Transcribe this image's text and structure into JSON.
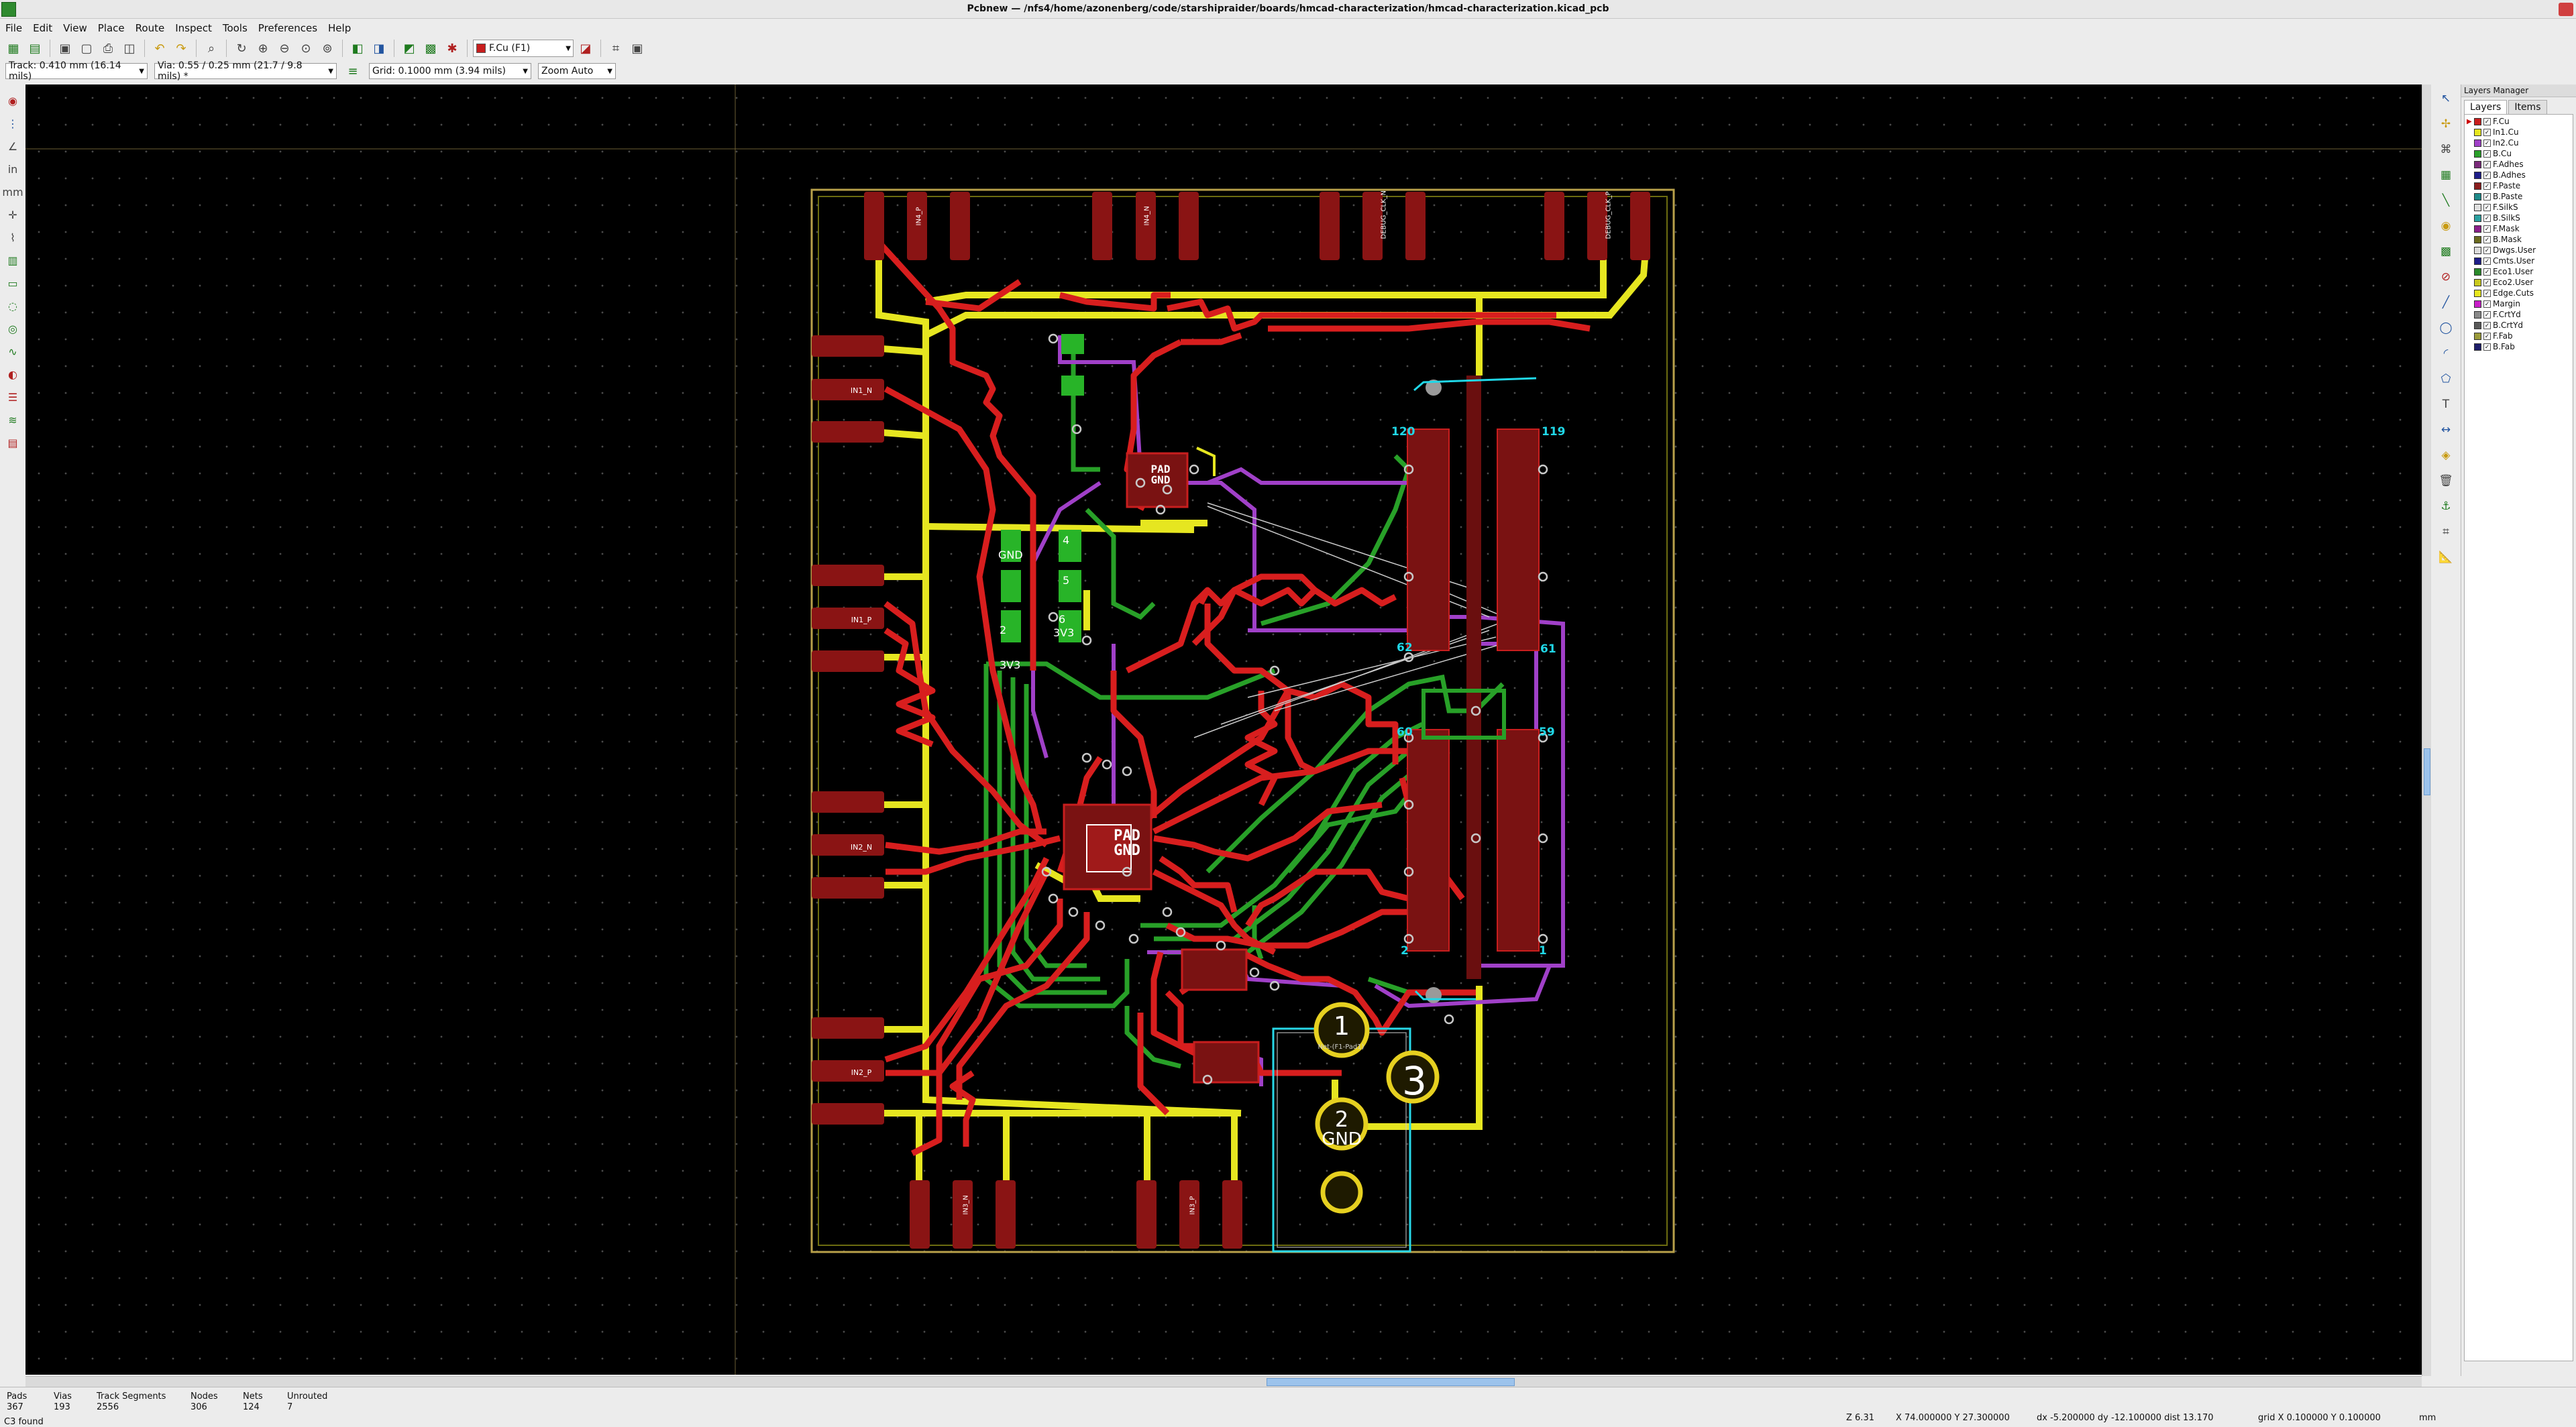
{
  "window": {
    "title": "Pcbnew — /nfs4/home/azonenberg/code/starshipraider/boards/hmcad-characterization/hmcad-characterization.kicad_pcb"
  },
  "menu": [
    "File",
    "Edit",
    "View",
    "Place",
    "Route",
    "Inspect",
    "Tools",
    "Preferences",
    "Help"
  ],
  "toolbar": {
    "active_layer": "F.Cu (F1)",
    "active_layer_color": "#c81e1e"
  },
  "subtoolbar": {
    "track": "Track: 0.410 mm (16.14 mils)",
    "via": "Via: 0.55 / 0.25 mm (21.7 / 9.8 mils) *",
    "grid": "Grid: 0.1000 mm (3.94 mils)",
    "zoom": "Zoom Auto"
  },
  "layers_manager": {
    "title": "Layers Manager",
    "tabs": [
      "Layers",
      "Items"
    ],
    "active_tab": "Layers",
    "layers": [
      {
        "name": "F.Cu",
        "color": "#c81e1e",
        "active": true
      },
      {
        "name": "In1.Cu",
        "color": "#e6e61e"
      },
      {
        "name": "In2.Cu",
        "color": "#a040c8"
      },
      {
        "name": "B.Cu",
        "color": "#2aa02a"
      },
      {
        "name": "F.Adhes",
        "color": "#7a2a7a"
      },
      {
        "name": "B.Adhes",
        "color": "#1e1e8a"
      },
      {
        "name": "F.Paste",
        "color": "#8a1e1e"
      },
      {
        "name": "B.Paste",
        "color": "#1e8a8a"
      },
      {
        "name": "F.SilkS",
        "color": "#e0e0e0"
      },
      {
        "name": "B.SilkS",
        "color": "#2aa0a0"
      },
      {
        "name": "F.Mask",
        "color": "#8a1e8a"
      },
      {
        "name": "B.Mask",
        "color": "#6a6a1e"
      },
      {
        "name": "Dwgs.User",
        "color": "#dcdcdc"
      },
      {
        "name": "Cmts.User",
        "color": "#1e1e8a"
      },
      {
        "name": "Eco1.User",
        "color": "#2a8a2a"
      },
      {
        "name": "Eco2.User",
        "color": "#c8c81e"
      },
      {
        "name": "Edge.Cuts",
        "color": "#e6e61e"
      },
      {
        "name": "Margin",
        "color": "#c81ec8"
      },
      {
        "name": "F.CrtYd",
        "color": "#8a8a8a"
      },
      {
        "name": "B.CrtYd",
        "color": "#5a5a5a"
      },
      {
        "name": "F.Fab",
        "color": "#9a9a3a"
      },
      {
        "name": "B.Fab",
        "color": "#1e1e6a"
      }
    ]
  },
  "board_labels": {
    "pad_gnd": "PAD GND",
    "pad_gnd_top": "PAD GND",
    "in1_n": "IN1_N",
    "in1_p": "IN1_P",
    "in2_n": "IN2_N",
    "in2_p": "IN2_P",
    "gnd": "GND",
    "v33": "3V3",
    "conn_top_1": "IN4_P",
    "conn_top_2": "IN4_N",
    "conn_top_3": "DEBUG_CLK_N",
    "conn_top_4": "DEBUG_CLK_P",
    "conn_bot_1": "IN3_N",
    "conn_bot_2": "IN3_P",
    "pad1": "1",
    "pad2": "2",
    "pad3": "3",
    "pad4": "4",
    "pad5": "5",
    "pad6": "6",
    "hdr_120": "120",
    "hdr_119": "119",
    "hdr_62": "62",
    "hdr_61": "61",
    "hdr_60": "60",
    "hdr_59": "59",
    "hdr_2": "2",
    "hdr_1": "1",
    "net_label": "Net-(F1-Pad1)"
  },
  "status": {
    "pads_label": "Pads",
    "pads": "367",
    "vias_label": "Vias",
    "vias": "193",
    "tracks_label": "Track Segments",
    "tracks": "2556",
    "nodes_label": "Nodes",
    "nodes": "306",
    "nets_label": "Nets",
    "nets": "124",
    "unrouted_label": "Unrouted",
    "unrouted": "7",
    "message": "C3 found",
    "zoom": "Z 6.31",
    "cursor": "X 74.000000  Y 27.300000",
    "delta": "dx -5.200000  dy -12.100000  dist 13.170",
    "grid": "grid X 0.100000  Y 0.100000",
    "units": "mm"
  }
}
